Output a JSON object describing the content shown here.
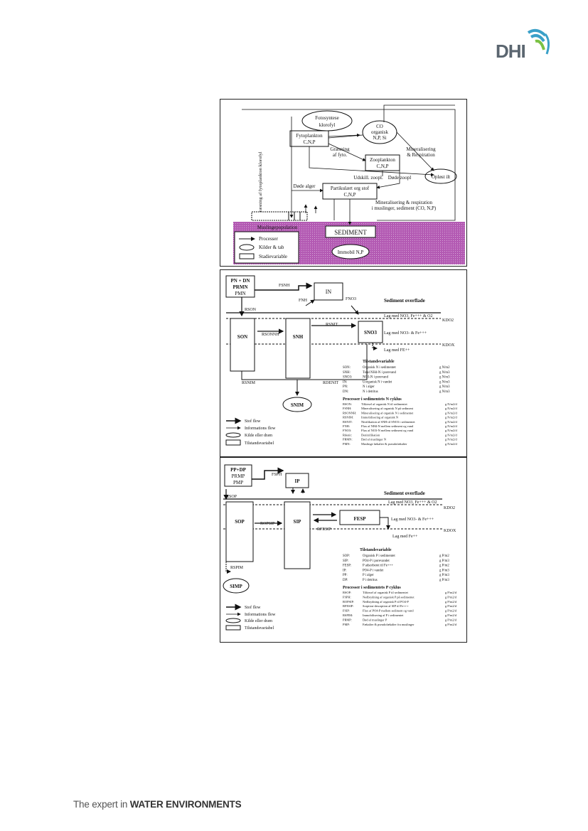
{
  "logo": {
    "text": "DHI",
    "colors": [
      "#3aa0c8",
      "#7ac143",
      "#5b6670"
    ]
  },
  "footer": {
    "prefix": "The expert in ",
    "emphasis": "WATER ENVIRONMENTS"
  },
  "diagram1": {
    "fotosyntese": "Fotosyntese",
    "klorofyl": "klorofyl",
    "co2_l1": "CO",
    "co2_l2": "organisk",
    "co2_l3": "N,P, Si",
    "fyto_l1": "Fytoplankton",
    "fyto_l2": "C,N,P",
    "green_l1": "Græsning",
    "green_l2": "af fyto.",
    "zoo_l1": "Zooplankton",
    "zoo_l2": "C,N,P",
    "minr_l1": "Mineralisering",
    "minr_l2": "& Respiration",
    "oplost": "Opløst ilt",
    "udskill": "Udskill. zoopl.",
    "doede_zoopl": "Døde zoopl",
    "doede_alger": "Døde alger",
    "part_l1": "Partikulært org stof",
    "part_l2": "C,N,P",
    "min2_l1": "Mineralisering & respiration",
    "min2_l2": "i muslinger, sediment (CO, N,P)",
    "vertical": "Græsning af fytoplankton klorofyl",
    "musling": "Muslingepopulation",
    "sediment": "SEDIMENT",
    "immobil": "Immobil N,P",
    "legend": [
      "Processer",
      "Kilder & tab",
      "Stadievariable"
    ]
  },
  "diagram2": {
    "src_l1": "PN + DN",
    "src_l2": "PRMN",
    "src_l3": "PMN",
    "fsnh": "FSNH",
    "in_box": "IN",
    "fnh": "FNH",
    "fno3": "FNO3",
    "rson": "RSON",
    "surface": "Sediment overflade",
    "lag1": "Lag med NO3, Fe+++ & O2",
    "kdo2": "KDO2",
    "rsnit": "RSNIT",
    "lag2": "Lag med NO3- & Fe+++",
    "kdox": "KDOX",
    "lag3": "Lag med FE++",
    "son": "SON",
    "rsonnh": "RSONNH",
    "snh": "SNH",
    "sno3": "SNO3",
    "rsnim": "RSNIM",
    "rdenit": "RDENIT",
    "sniM": "SNIM",
    "tilstand_title": "Tilstandsvariable",
    "tilstand": [
      [
        "SON:",
        "Organisk N i sedimentet",
        "g N/m2"
      ],
      [
        "SNH:",
        "Total NH4-N i porevand",
        "g N/m3"
      ],
      [
        "SNO3:",
        "NO3-N i porevand",
        "g N/m3"
      ],
      [
        "IN:",
        "Uorganisk N i vandet",
        "g N/m3"
      ],
      [
        "PN:",
        "N i alger",
        "g N/m3"
      ],
      [
        "DN:",
        "N i detritus",
        "g N/m3"
      ]
    ],
    "proc_title": "Processer i sedimentets N cyklus",
    "proc": [
      [
        "RSON:",
        "Tilførsel af organisk N til sedimentet",
        "g N/m2/d"
      ],
      [
        "FSNH:",
        "Mineralisering af organisk N på sediment",
        "g N/m2/d"
      ],
      [
        "RSONNH:",
        "Mineralisering af organisk N i sedimentet",
        "g N/m2/d"
      ],
      [
        "RSNIM:",
        "Immobilisering af organisk N",
        "g N/m2/d"
      ],
      [
        "RSNIT:",
        "Nitrifikation af SNH til SNO3 i sedimentet",
        "g N/m2/d"
      ],
      [
        "FNH:",
        "Flux af NH4-N mellem sediment og vand",
        "g N/m2/d"
      ],
      [
        "FNO3:",
        "Flux af NO3-N mellem sediment og vand",
        "g N/m2/d"
      ],
      [
        "Rdenit:",
        "Denitrifikation",
        "g N/m2/d"
      ],
      [
        "PRMN:",
        "Død af muslinger N",
        "g N/m2/d"
      ],
      [
        "PMN:",
        "Muslinge fækalier & pseudofækalier",
        "g N/m2/d"
      ]
    ],
    "legend": [
      "Stof flow",
      "Informations flow",
      "Kilde eller dræn",
      "Tilstandsvariabel"
    ]
  },
  "diagram3": {
    "src_l1": "PP+DP",
    "src_l2": "PRMP",
    "src_l3": "PMP",
    "fsph": "FSPH",
    "ip_box": "IP",
    "rsop": "RSOP",
    "surface": "Sediment overflade",
    "lag1": "Lag med NO3, Fe+++ & O2",
    "kdo2": "KDO2",
    "lag2": "Lag med NO3- & Fe+++",
    "kdox": "KDOX",
    "lag3": "Lag med Fe++",
    "sop": "SOP",
    "ropsip": "ROPSIP",
    "sip": "SIP",
    "fesp": "FESP",
    "rfesip": "RFESIP",
    "rspim": "RSPIM",
    "simp": "SIMP",
    "tilstand_title": "Tilstandsvariable",
    "tilstand": [
      [
        "SOP:",
        "Organisk P i sedimentet",
        "g P/m2"
      ],
      [
        "SIP:",
        "PO4-P i porevandet",
        "g P/m3"
      ],
      [
        "FESP:",
        "P adsorberet til Fe+++",
        "g P/m2"
      ],
      [
        "IP:",
        "PO4-P i vandet",
        "g P/m3"
      ],
      [
        "PP:",
        "P i alger",
        "g P/m3"
      ],
      [
        "DP:",
        "P i detritus",
        "g P/m3"
      ]
    ],
    "proc_title": "Processer i sedimentets P cyklus",
    "proc": [
      [
        "RSOP:",
        "Tilførsel af organisk P til sedimentet",
        "g P/m2/d"
      ],
      [
        "FSPH:",
        "Nedbrydning af organisk P på sedimentet",
        "g P/m2/d"
      ],
      [
        "ROPSIP:",
        "Nedbrydning af organisk P til PO4-P",
        "g P/m2/d"
      ],
      [
        "RFESIP:",
        "Sorption-desorption af SIP til Fe+++",
        "g P/m2/d"
      ],
      [
        "FSIP:",
        "Flux af PO4-P mellem sediment og vand",
        "g P/m2/d"
      ],
      [
        "RSPIM:",
        "Immobilisering af P i sedimentet",
        "g P/m2/d"
      ],
      [
        "PRMP:",
        "Død af muslinger P",
        "g P/m2/d"
      ],
      [
        "PMP:",
        "Fækalier & pseudofækalier fra muslinger",
        "g P/m2/d"
      ]
    ],
    "legend": [
      "Stof flow",
      "Informations flow",
      "Kilde eller dræn",
      "Tilstandsvariabel"
    ]
  }
}
